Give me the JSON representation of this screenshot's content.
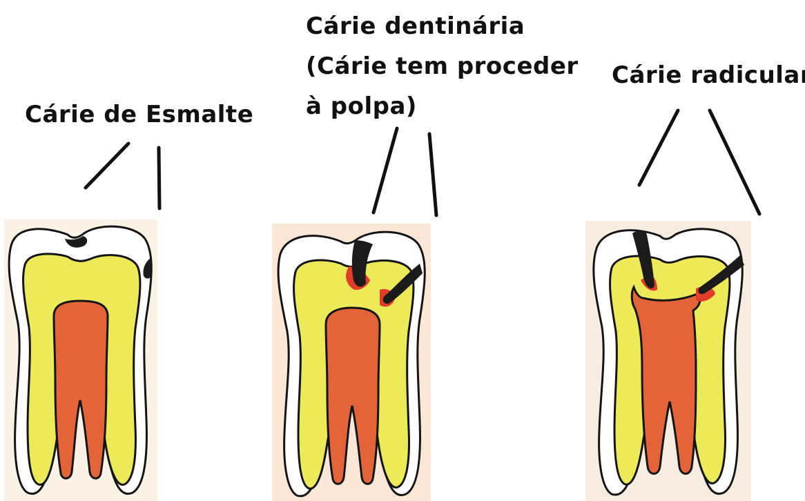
{
  "figure": {
    "panels": [
      {
        "label_lines": [
          "Cárie de Esmalte"
        ]
      },
      {
        "label_lines": [
          "Cárie dentinária",
          "(Cárie tem proceder",
          "à polpa)"
        ]
      },
      {
        "label_lines": [
          "Cárie radicular"
        ]
      }
    ]
  },
  "colors": {
    "outline": "#141414",
    "enamel": "#ffffff",
    "dentin": "#ecea58",
    "dentin_light": "#f4ef70",
    "pulp": "#e4643a",
    "pulp_lines": "#c9532e",
    "caries": "#1a1a1a",
    "lesion_red": "#e23c2a",
    "card_1": "#fbf2e6",
    "card_2": "#fae7d6",
    "card_3": "#f6ecdf"
  }
}
